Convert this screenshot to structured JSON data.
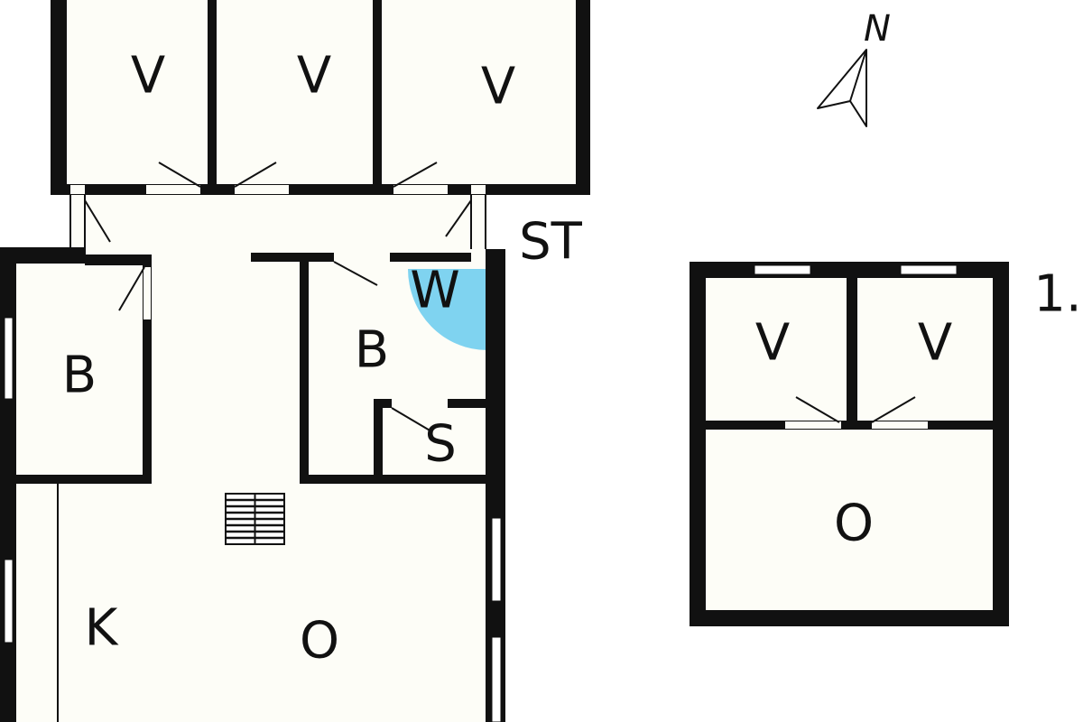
{
  "colors": {
    "wall": "#111111",
    "floor": "#fdfdf7",
    "wellness": "#7fd3f0"
  },
  "icons": {
    "compass": "north-arrow-icon",
    "fireplace": "fireplace-icon"
  },
  "compass": {
    "label": "N"
  },
  "main_building": {
    "rooms": {
      "v1": "V",
      "v2": "V",
      "v3": "V",
      "st": "ST",
      "b_left": "B",
      "b_bath": "B",
      "w": "W",
      "s": "S",
      "k": "K",
      "o": "O"
    }
  },
  "annex": {
    "marker": "1.",
    "rooms": {
      "v1": "V",
      "v2": "V",
      "o": "O"
    }
  }
}
